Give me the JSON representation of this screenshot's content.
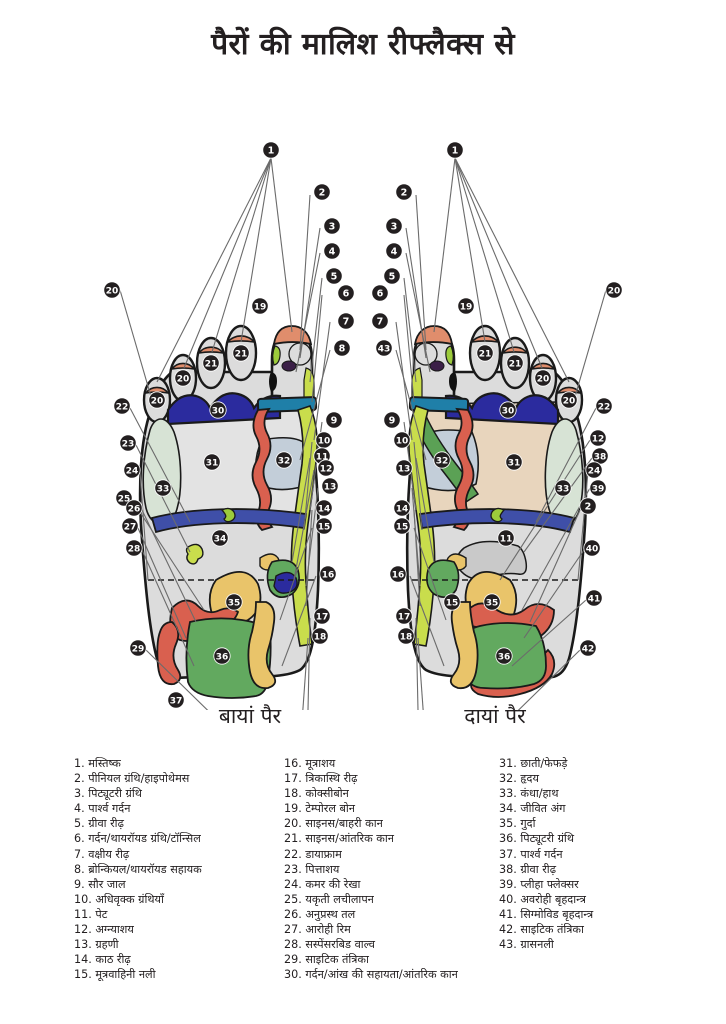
{
  "title": "पैरों की मालिश रीफ्लैक्स से",
  "feet": {
    "left_caption": "बायां पैर",
    "right_caption": "दायां पैर"
  },
  "colors": {
    "outline": "#1a1a1a",
    "badge": "#231f20",
    "badge_text": "#ffffff",
    "skin": "#dcdcdc",
    "toe_tip": "#e08d6c",
    "neck_band_dark_blue": "#2b2b9e",
    "thyroid_band": "#1f7fa8",
    "spine_stripe": "#c9dd4c",
    "shoulder_sage": "#d7e3d5",
    "diaphragm_blue": "#3f4fa8",
    "heart_blue_gray": "#c3ced9",
    "lung_tan": "#e8d5bd",
    "colon_red": "#d9604f",
    "intestine_green": "#62a95f",
    "kidney_gold": "#e9c46a",
    "bladder_gold": "#e9c46a",
    "sciatic_purple": "#7e6586",
    "accent_green": "#9ccb3b",
    "esophagus_green": "#5ba155",
    "pituitary_purple": "#3b1f47",
    "stomach_gray": "#bdbdbd"
  },
  "left_foot": {
    "callouts_left": [
      "20",
      "22",
      "23",
      "24",
      "25",
      "26",
      "27",
      "28",
      "29"
    ],
    "callouts_right": [
      "2",
      "3",
      "4",
      "5",
      "6",
      "7",
      "8",
      "9",
      "10",
      "11",
      "12",
      "13",
      "14",
      "15",
      "16",
      "17",
      "18"
    ],
    "callouts_top": [
      "1",
      "19",
      "2"
    ],
    "region_labels": [
      "20",
      "21",
      "21",
      "20",
      "30",
      "31",
      "32",
      "33",
      "34",
      "35",
      "36",
      "37"
    ]
  },
  "right_foot": {
    "callouts_left": [
      "2",
      "3",
      "4",
      "5",
      "6",
      "7",
      "43",
      "9",
      "10",
      "13",
      "14",
      "15",
      "16",
      "17",
      "18"
    ],
    "callouts_right": [
      "20",
      "22",
      "12",
      "38",
      "24",
      "39",
      "2",
      "40",
      "41",
      "42"
    ],
    "callouts_top": [
      "1",
      "19",
      "2"
    ],
    "region_labels": [
      "21",
      "21",
      "20",
      "20",
      "30",
      "31",
      "32",
      "33",
      "11",
      "35",
      "36",
      "15"
    ]
  },
  "legend": {
    "column_1": [
      "1. मस्तिष्क",
      "2. पीनियल ग्रंथि/हाइपोथेमस",
      "3. पिट्यूटरी ग्रंथि",
      "4. पार्श्व गर्दन",
      "5. ग्रीवा रीढ़",
      "6. गर्दन/थायरॉयड ग्रंथि/टॉन्सिल",
      "7. वक्षीय रीढ़",
      "8. ब्रोन्कियल/थायरॉयड सहायक",
      "9. सौर जाल",
      "10. अधिवृक्क ग्रंथियाँ",
      "11. पेट",
      "12. अग्न्याशय",
      "13. ग्रहणी",
      "14. काठ रीढ़",
      "15. मूत्रवाहिनी नली"
    ],
    "column_2": [
      "16. मूत्राशय",
      "17. त्रिकास्थि रीढ़",
      "18. कोक्सीबोन",
      "19. टेम्पोरल बोन",
      "20. साइनस/बाहरी कान",
      "21. साइनस/आंतरिक कान",
      "22. डायाफ्राम",
      "23. पित्ताशय",
      "24. कमर की रेखा",
      "25. यकृती लचीलापन",
      "26. अनुप्रस्थ तल",
      "27. आरोही रिम",
      "28. सस्पेंसरबिड वाल्व",
      "29. साइटिक तंत्रिका",
      "30. गर्दन/आंख की सहायता/आंतरिक कान"
    ],
    "column_3": [
      "31. छाती/फेफड़े",
      "32. हृदय",
      "33. कंधा/हाथ",
      "34. जीवित अंग",
      "35. गुर्दा",
      "36. पिट्यूटरी ग्रंथि",
      "37. पार्श्व गर्दन",
      "38. ग्रीवा रीढ़",
      "39. प्लीहा फ्लेक्सर",
      "40. अवरोही बृहदान्त्र",
      "41. सिग्मोविड बृहदान्त्र",
      "42. साइटिक तंत्रिका",
      "43. ग्रासनली"
    ]
  }
}
